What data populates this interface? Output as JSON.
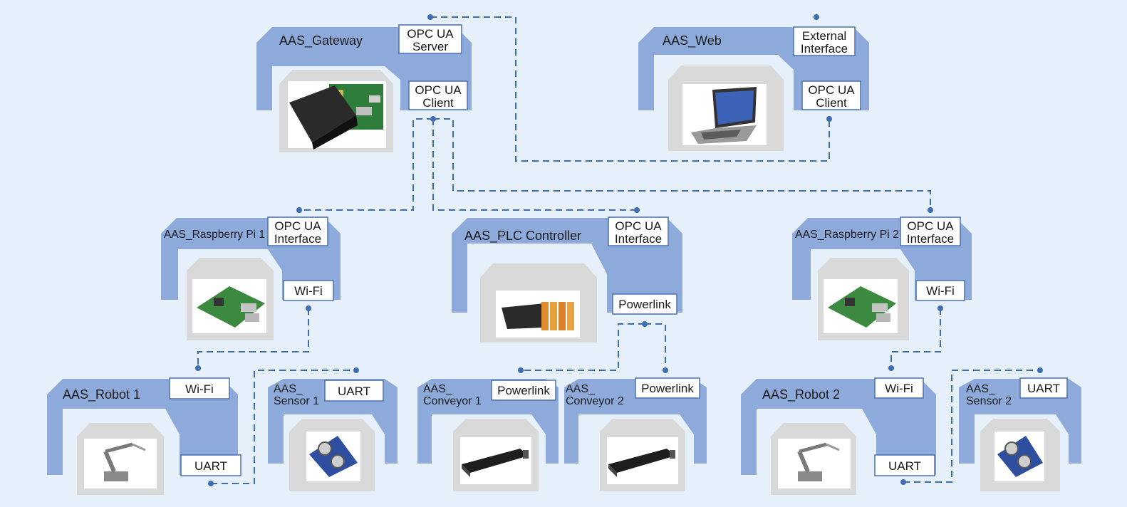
{
  "colors": {
    "background": "#e6f0fa",
    "frame": "#8eaadb",
    "device_bay": "#d9d9d9",
    "port_border": "#4a6fb3",
    "connector": "#3f6db3"
  },
  "nodes": {
    "gateway": {
      "name": "AAS_Gateway",
      "device_icon": "embedded-computer-icon",
      "ports": {
        "top": [
          "OPC UA",
          "Server"
        ],
        "bottom": [
          "OPC UA",
          "Client"
        ]
      }
    },
    "web": {
      "name": "AAS_Web",
      "device_icon": "laptop-icon",
      "ports": {
        "top": [
          "External",
          "Interface"
        ],
        "bottom": [
          "OPC UA",
          "Client"
        ]
      }
    },
    "rpi1": {
      "name": "AAS_Raspberry Pi 1",
      "device_icon": "raspberry-pi-board-icon",
      "ports": {
        "top": [
          "OPC UA",
          "Interface"
        ],
        "bottom": [
          "Wi-Fi"
        ]
      }
    },
    "plc": {
      "name": "AAS_PLC Controller",
      "device_icon": "plc-io-module-icon",
      "ports": {
        "top": [
          "OPC UA",
          "Interface"
        ],
        "bottom": [
          "Powerlink"
        ]
      }
    },
    "rpi2": {
      "name": "AAS_Raspberry Pi 2",
      "device_icon": "raspberry-pi-board-icon",
      "ports": {
        "top": [
          "OPC UA",
          "Interface"
        ],
        "bottom": [
          "Wi-Fi"
        ]
      }
    },
    "robot1": {
      "name": "AAS_Robot 1",
      "device_icon": "robot-arm-icon",
      "ports": {
        "top": [
          "Wi-Fi"
        ],
        "bottom": [
          "UART"
        ]
      }
    },
    "sensor1": {
      "name": [
        "AAS_",
        "Sensor 1"
      ],
      "device_icon": "ultrasonic-sensor-icon",
      "ports": {
        "top": [
          "UART"
        ]
      }
    },
    "conveyor1": {
      "name": [
        "AAS_",
        "Conveyor 1"
      ],
      "device_icon": "conveyor-belt-icon",
      "ports": {
        "top": [
          "Powerlink"
        ]
      }
    },
    "conveyor2": {
      "name": [
        "AAS_",
        "Conveyor 2"
      ],
      "device_icon": "conveyor-belt-icon",
      "ports": {
        "top": [
          "Powerlink"
        ]
      }
    },
    "robot2": {
      "name": "AAS_Robot 2",
      "device_icon": "robot-arm-icon",
      "ports": {
        "top": [
          "Wi-Fi"
        ],
        "bottom": [
          "UART"
        ]
      }
    },
    "sensor2": {
      "name": [
        "AAS_",
        "Sensor 2"
      ],
      "device_icon": "ultrasonic-sensor-icon",
      "ports": {
        "top": [
          "UART"
        ]
      }
    }
  },
  "connections": [
    {
      "from": "gateway.server",
      "to": "web.client"
    },
    {
      "from": "gateway.client",
      "to": "rpi1.opcua"
    },
    {
      "from": "gateway.client",
      "to": "plc.opcua"
    },
    {
      "from": "gateway.client",
      "to": "rpi2.opcua"
    },
    {
      "from": "rpi1.wifi",
      "to": "robot1.wifi"
    },
    {
      "from": "robot1.uart",
      "to": "sensor1.uart"
    },
    {
      "from": "plc.powerlink",
      "to": "conveyor1.powerlink"
    },
    {
      "from": "plc.powerlink",
      "to": "conveyor2.powerlink"
    },
    {
      "from": "rpi2.wifi",
      "to": "robot2.wifi"
    },
    {
      "from": "robot2.uart",
      "to": "sensor2.uart"
    }
  ]
}
